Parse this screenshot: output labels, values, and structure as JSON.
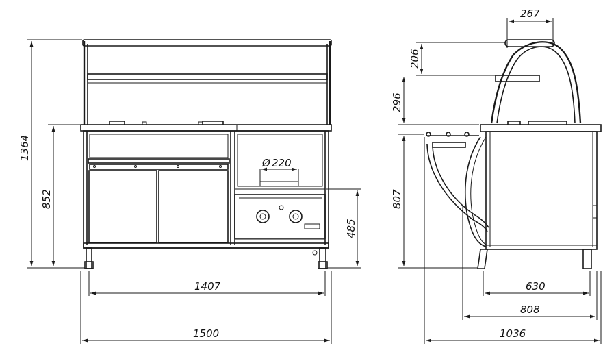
{
  "drawing": {
    "front_view": {
      "dim_overall_height": "1364",
      "dim_counter_height": "852",
      "dim_hob_height": "485",
      "dim_inner_width": "1407",
      "dim_overall_width": "1500",
      "dim_diameter": "220",
      "diameter_symbol": "Ø"
    },
    "side_view": {
      "dim_top_width": "267",
      "dim_arch_height": "206",
      "dim_shelf_height": "296",
      "dim_body_height": "807",
      "dim_base_depth": "630",
      "dim_mid_depth": "808",
      "dim_overall_depth": "1036"
    }
  }
}
